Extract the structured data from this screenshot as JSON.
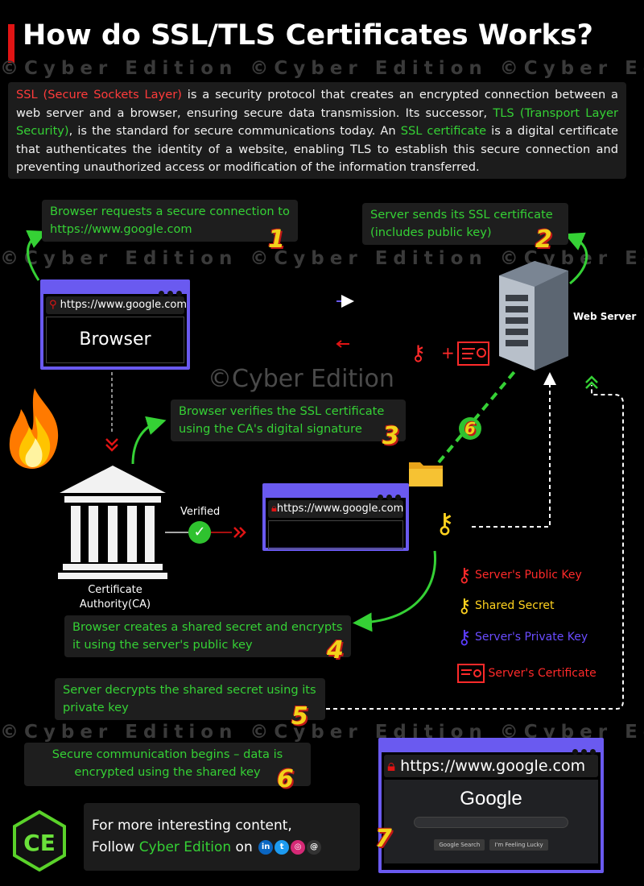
{
  "title": "How do SSL/TLS Certificates Works?",
  "watermark": "©Cyber Edition ©Cyber Edition ©Cyber Edition",
  "watermark_center": "©Cyber Edition",
  "intro": {
    "t1": "SSL (Secure Sockets Layer)",
    "t2": " is a security protocol that creates an encrypted connection between a web server and a browser, ensuring secure data transmission. Its successor, ",
    "t3": "TLS (Transport Layer Security)",
    "t4": ", is the standard for secure communications today. An ",
    "t5": "SSL certificate",
    "t6": " is a digital certificate that authenticates the identity of a website, enabling TLS to establish this secure connection and preventing unauthorized access or modification of the information transferred."
  },
  "steps": [
    {
      "text": "Browser requests a secure connection to https://www.google.com",
      "num": "1"
    },
    {
      "text": "Server sends its SSL certificate (includes public key)",
      "num": "2"
    },
    {
      "text": "Browser verifies the SSL certificate using the CA's digital signature",
      "num": "3"
    },
    {
      "text": "Browser creates a shared secret and encrypts it using the server's public key",
      "num": "4"
    },
    {
      "text": "Server decrypts the shared secret using its private key",
      "num": "5"
    },
    {
      "text": "Secure communication begins – data is encrypted using the shared key",
      "num": "6"
    },
    {
      "num": "7"
    }
  ],
  "browser": {
    "url": "https://www.google.com",
    "label": "Browser"
  },
  "server": {
    "label": "Web Server"
  },
  "ca": {
    "label_line1": "Certificate",
    "label_line2": "Authority(CA)"
  },
  "verified": "Verified",
  "plus": "+",
  "step6_badge": "6",
  "legend": [
    {
      "label": "Server's Public Key",
      "color": "#ff2a2a"
    },
    {
      "label": "Shared Secret",
      "color": "#ffd21f"
    },
    {
      "label": "Server's Private Key",
      "color": "#5a3cff"
    },
    {
      "label": "Server's Certificate",
      "color": "#ff2a2a"
    }
  ],
  "google": {
    "url": "https://www.google.com",
    "logo": "Google",
    "btn1": "Google Search",
    "btn2": "I'm Feeling Lucky"
  },
  "footer": {
    "line1": "For more interesting content,",
    "line2_prefix": "Follow ",
    "line2_brand": "Cyber Edition",
    "line2_suffix": " on",
    "logo": "CE"
  },
  "colors": {
    "accent_red": "#e01414",
    "green": "#35d135",
    "window": "#6a5af0",
    "number": "#f2d21a"
  }
}
